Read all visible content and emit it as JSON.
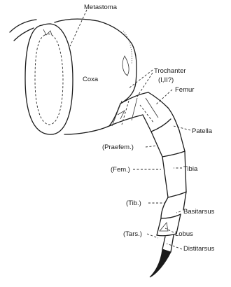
{
  "labels": {
    "metastoma": "Metastoma",
    "coxa": "Coxa",
    "trochanter": "Trochanter",
    "trochanter_note": "(I,II?)",
    "femur": "Femur",
    "patella": "Patella",
    "praefem": "(Praefem.)",
    "fem": "(Fem.)",
    "tibia": "Tibia",
    "tib": "(Tib.)",
    "basitarsus": "Basitarsus",
    "tars": "(Tars.)",
    "lobus": "Lobus",
    "distitarsus": "Distitarsus"
  }
}
